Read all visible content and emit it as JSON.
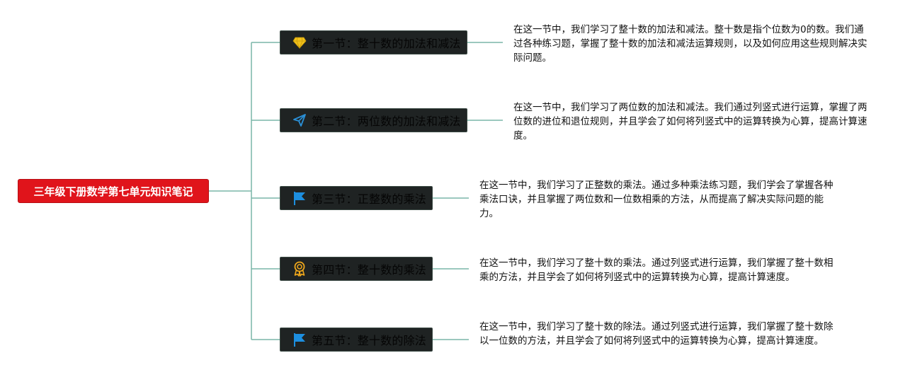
{
  "root": {
    "title": "三年级下册数学第七单元知识笔记",
    "color": "#e0141b"
  },
  "topics": [
    {
      "label": "第一节：整十数的加法和减法",
      "icon": "diamond-icon",
      "icon_color": "#f2c21b",
      "note": "在这一节中，我们学习了整十数的加法和减法。整十数是指个位数为0的数。我们通过各种练习题，掌握了整十数的加法和减法运算规则，以及如何应用这些规则解决实际问题。"
    },
    {
      "label": "第二节：两位数的加法和减法",
      "icon": "paper-plane-icon",
      "icon_color": "#2a8fd6",
      "note": "在这一节中，我们学习了两位数的加法和减法。我们通过列竖式进行运算，掌握了两位数的进位和退位规则，并且学会了如何将列竖式中的运算转换为心算，提高计算速度。"
    },
    {
      "label": "第三节：正整数的乘法",
      "icon": "flag-icon",
      "icon_color": "#1d8fe0",
      "note": "在这一节中，我们学习了正整数的乘法。通过多种乘法练习题，我们学会了掌握各种乘法口诀，并且掌握了两位数和一位数相乘的方法，从而提高了解决实际问题的能力。"
    },
    {
      "label": "第四节：整十数的乘法",
      "icon": "award-icon",
      "icon_color": "#f0a81c",
      "note": "在这一节中，我们学习了整十数的乘法。通过列竖式进行运算，我们掌握了整十数相乘的方法，并且学会了如何将列竖式中的运算转换为心算，提高计算速度。"
    },
    {
      "label": "第五节：整十数的除法",
      "icon": "flag-icon",
      "icon_color": "#1d8fe0",
      "note": "在这一节中，我们学习了整十数的除法。通过列竖式进行运算，我们掌握了整十数除以一位数的方法，并且学会了如何将列竖式中的运算转换为心算，提高计算速度。"
    }
  ],
  "connector_color": "#7ab5a8"
}
